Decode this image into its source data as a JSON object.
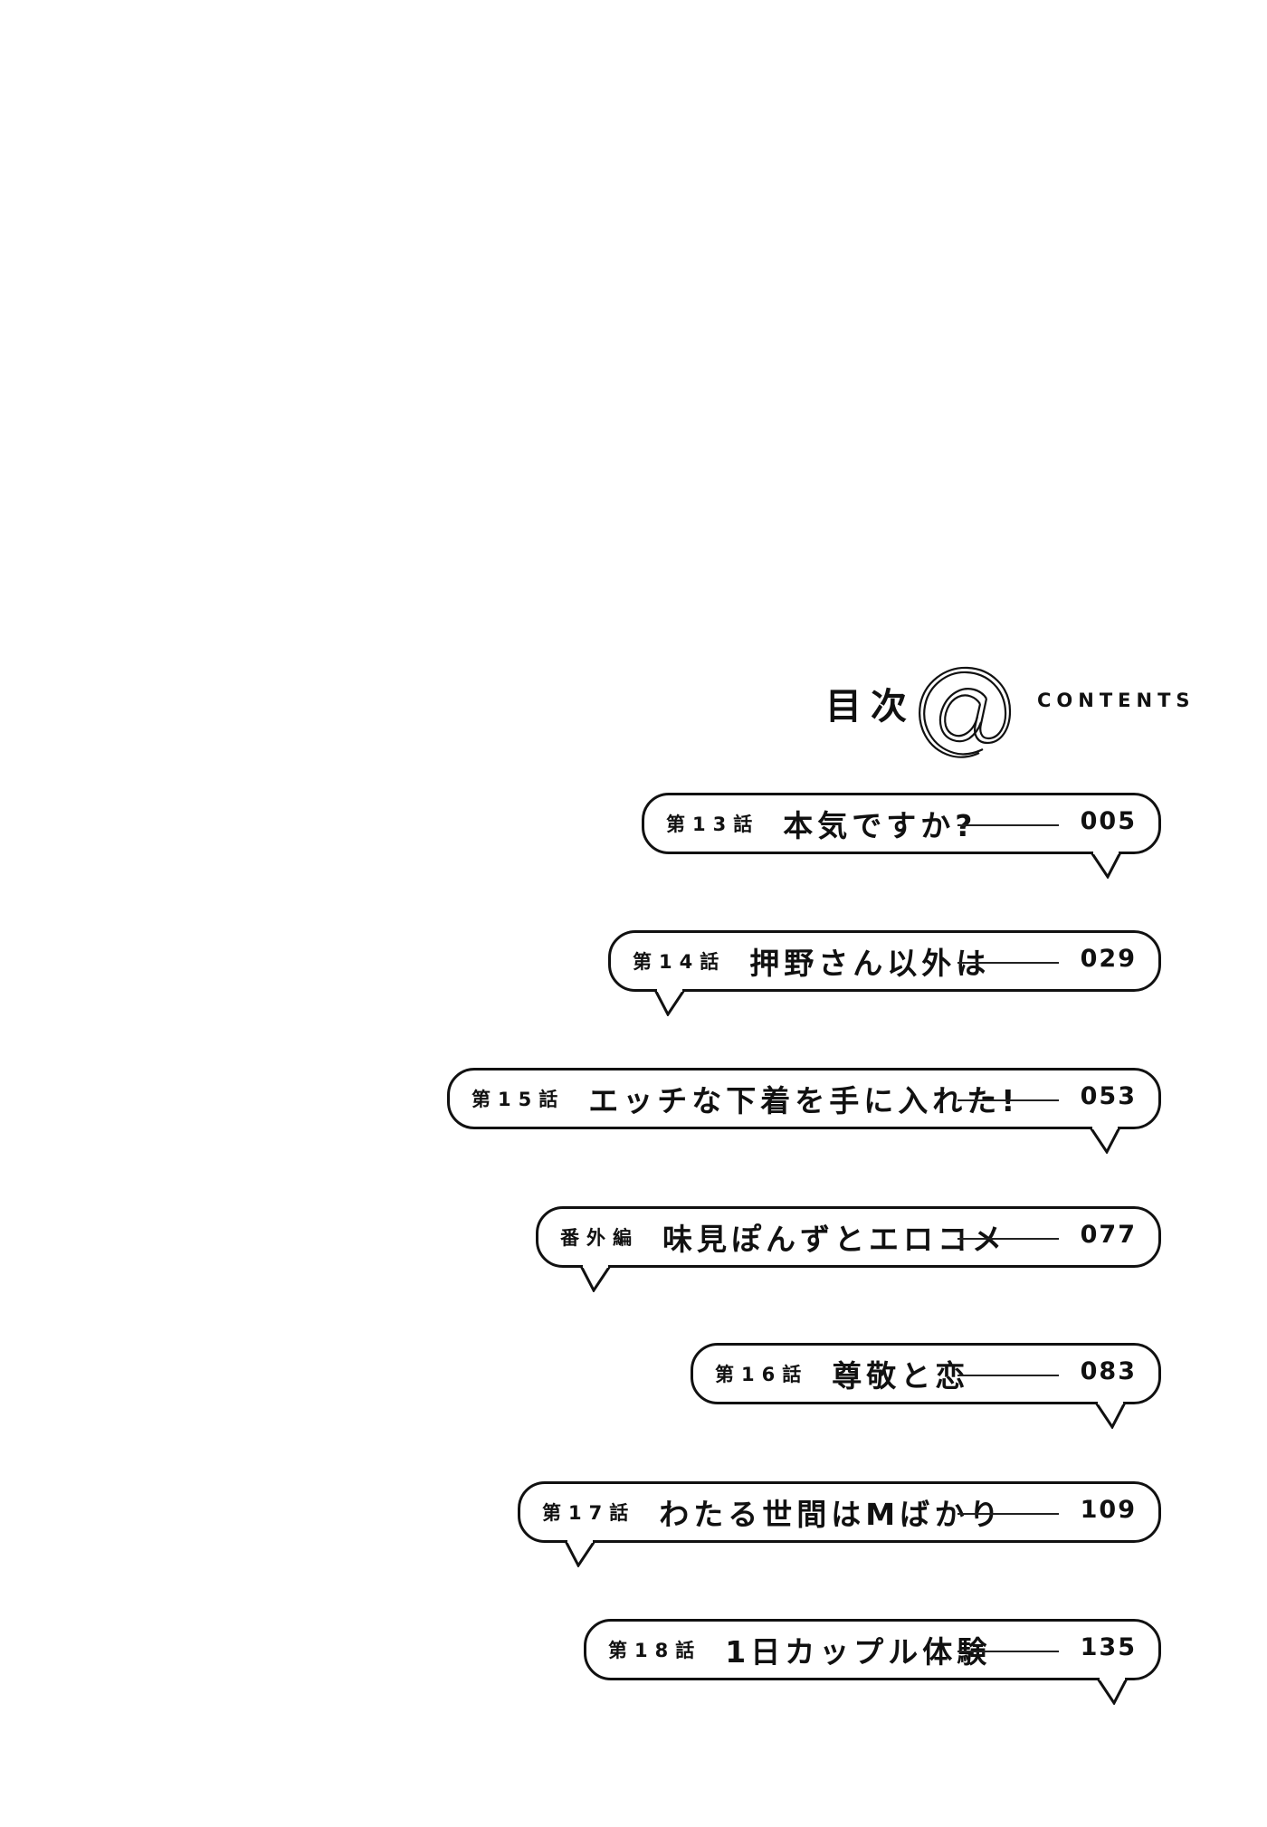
{
  "header": {
    "title_ja": "目次",
    "at_icon": "at-sign-icon",
    "title_en": "CONTENTS"
  },
  "entries": [
    {
      "label": "第13話",
      "title": "本気ですか?",
      "page": "005",
      "tail_side": "right"
    },
    {
      "label": "第14話",
      "title": "押野さん以外は",
      "page": "029",
      "tail_side": "left"
    },
    {
      "label": "第15話",
      "title": "エッチな下着を手に入れた!",
      "page": "053",
      "tail_side": "right"
    },
    {
      "label": "番外編",
      "title": "味見ぽんずとエロコメ",
      "page": "077",
      "tail_side": "left"
    },
    {
      "label": "第16話",
      "title": "尊敬と恋",
      "page": "083",
      "tail_side": "right"
    },
    {
      "label": "第17話",
      "title": "わたる世間はMばかり",
      "page": "109",
      "tail_side": "left"
    },
    {
      "label": "第18話",
      "title": "1日カップル体験",
      "page": "135",
      "tail_side": "right"
    }
  ],
  "colors": {
    "background": "#ffffff",
    "ink": "#111111"
  }
}
